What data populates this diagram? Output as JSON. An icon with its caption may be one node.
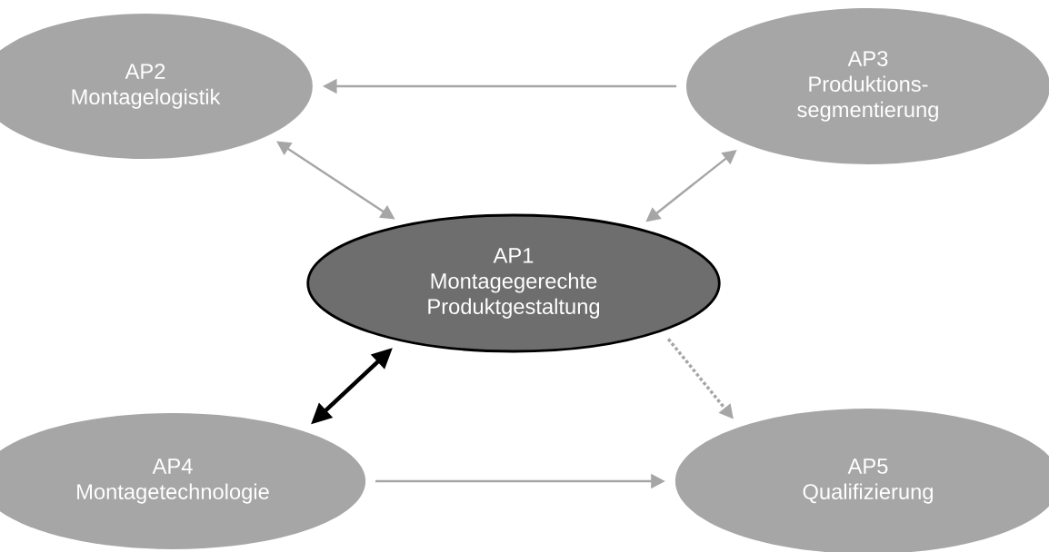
{
  "diagram": {
    "nodes": [
      {
        "text": [
          "AP2",
          "Montagelogistik"
        ]
      },
      {
        "text": [
          "AP3",
          "Produktions- segmentierung"
        ]
      },
      {
        "text": [
          "AP1",
          "Montagegerechte Produktgestaltung"
        ]
      },
      {
        "text": [
          "AP4",
          "Montagetechnologie"
        ]
      },
      {
        "text": [
          "AP5",
          "Qualifizierung"
        ]
      }
    ],
    "edges": [
      {
        "from": 1,
        "to": 0,
        "arrow": "to"
      },
      {
        "from": 0,
        "to": 2,
        "arrow": "both"
      },
      {
        "from": 1,
        "to": 2,
        "arrow": "both"
      },
      {
        "from": 2,
        "to": 3,
        "arrow": "both",
        "style": "thick",
        "color": "#000000"
      },
      {
        "from": 2,
        "to": 4,
        "arrow": "to",
        "style": "dashed"
      },
      {
        "from": 3,
        "to": 4,
        "arrow": "to"
      }
    ]
  }
}
